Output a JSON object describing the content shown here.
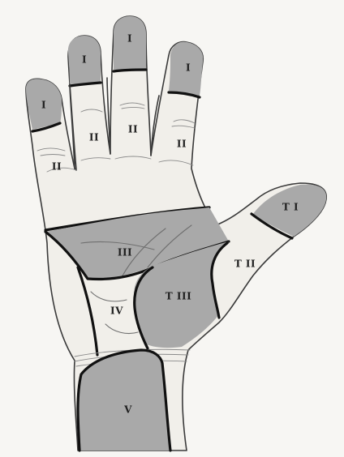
{
  "zones": {
    "index_tip": "I",
    "middle_tip": "I",
    "ring_tip": "I",
    "little_tip": "I",
    "index_mid": "II",
    "middle_mid": "II",
    "ring_mid": "II",
    "little_mid": "II",
    "palm_center": "III",
    "hypothenar": "IV",
    "wrist": "V",
    "thumb_tip": "T I",
    "thumb_mid": "T II",
    "thenar": "T III"
  },
  "colors": {
    "paper": "#ffffff",
    "skin": "#f1efea",
    "shaded_zone": "#a9a9a9",
    "outline": "#3a3a3a",
    "boundary": "#111111"
  }
}
